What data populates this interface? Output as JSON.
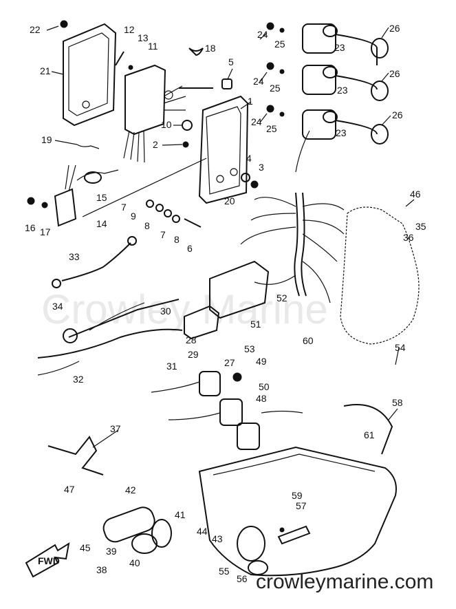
{
  "watermark": "Crowley Marine",
  "footer": "crowleymarine.com",
  "fwd_label": "FWD",
  "callouts": {
    "p1": "1",
    "p2": "2",
    "p3": "3",
    "p4": "4",
    "p5": "5",
    "p6": "6",
    "p7a": "7",
    "p7b": "7",
    "p8a": "8",
    "p8b": "8",
    "p9": "9",
    "p10": "10",
    "p11": "11",
    "p12": "12",
    "p13": "13",
    "p14": "14",
    "p15": "15",
    "p16": "16",
    "p17": "17",
    "p18": "18",
    "p19": "19",
    "p20": "20",
    "p21": "21",
    "p22": "22",
    "p23a": "23",
    "p23b": "23",
    "p23c": "23",
    "p24a": "24",
    "p24b": "24",
    "p24c": "24",
    "p25a": "25",
    "p25b": "25",
    "p25c": "25",
    "p26a": "26",
    "p26b": "26",
    "p26c": "26",
    "p27": "27",
    "p28": "28",
    "p29": "29",
    "p30": "30",
    "p31": "31",
    "p32": "32",
    "p33": "33",
    "p34": "34",
    "p35": "35",
    "p36": "36",
    "p37": "37",
    "p38": "38",
    "p39": "39",
    "p40": "40",
    "p41": "41",
    "p42": "42",
    "p43": "43",
    "p44": "44",
    "p45": "45",
    "p46": "46",
    "p47": "47",
    "p48": "48",
    "p49": "49",
    "p50": "50",
    "p51": "51",
    "p52": "52",
    "p53": "53",
    "p54": "54",
    "p55": "55",
    "p56": "56",
    "p57": "57",
    "p58": "58",
    "p59": "59",
    "p60": "60",
    "p61": "61"
  }
}
